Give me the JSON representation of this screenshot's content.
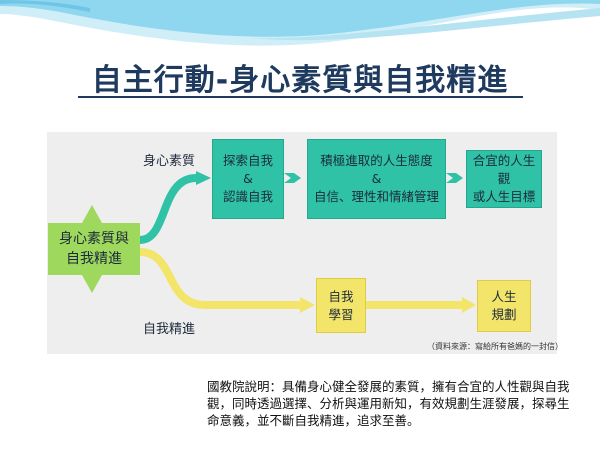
{
  "title": "自主行動-身心素質與自我精進",
  "diagram": {
    "root": "身心素質與\n自我精進",
    "branch_top_label": "身心素質",
    "branch_bottom_label": "自我精進",
    "top_nodes": [
      "探索自我\n&\n認識自我",
      "積極進取的人生態度\n&\n自信、理性和情緒管理",
      "合宜的人生觀\n或人生目標"
    ],
    "bottom_nodes": [
      "自我\n學習",
      "人生\n規劃"
    ],
    "source": "（資料來源：寫給所有爸媽的一封信）"
  },
  "description": "國教院說明：具備身心健全發展的素質，擁有合宜的人性觀與自我觀，同時透過選擇、分析與運用新知，有效規劃生涯發展，探尋生命意義，並不斷自我精進，追求至善。",
  "colors": {
    "teal": "#2fc2a6",
    "yellow": "#f3e46a",
    "root": "#9ed85d",
    "title": "#1f3a5f",
    "panel": "#eeeeee"
  }
}
